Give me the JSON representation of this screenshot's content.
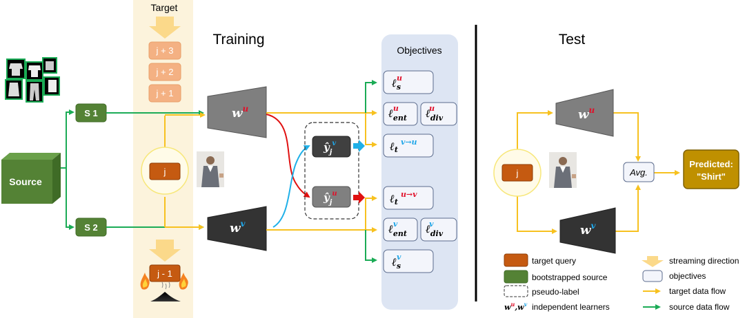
{
  "training": {
    "title": "Training",
    "target_label": "Target",
    "queue": [
      "j + 3",
      "j + 2",
      "j + 1"
    ],
    "current": "j",
    "past": "j - 1",
    "source": "Source",
    "s1": "S 1",
    "s2": "S 2",
    "learner_u": "w",
    "learner_u_sup": "u",
    "learner_v": "w",
    "learner_v_sup": "v",
    "pseudo_v": "ŷ",
    "pseudo_v_sub": "j",
    "pseudo_v_sup": "v",
    "pseudo_u": "ŷ",
    "pseudo_u_sub": "j",
    "pseudo_u_sup": "u"
  },
  "objectives": {
    "title": "Objectives",
    "l": "ℓ",
    "ls_u": {
      "sub": "s",
      "sup": "u"
    },
    "lent_u": {
      "sub": "ent",
      "sup": "u"
    },
    "ldiv_u": {
      "sub": "div",
      "sup": "u"
    },
    "lt_vu": {
      "sub": "t",
      "sup": "v→u"
    },
    "lt_uv": {
      "sub": "t",
      "sup": "u→v"
    },
    "lent_v": {
      "sub": "ent",
      "sup": "v"
    },
    "ldiv_v": {
      "sub": "div",
      "sup": "v"
    },
    "ls_v": {
      "sub": "s",
      "sup": "v"
    }
  },
  "test": {
    "title": "Test",
    "current": "j",
    "avg": "Avg.",
    "predicted_line1": "Predicted:",
    "predicted_line2": "\"Shirt\""
  },
  "legend": {
    "target_query": "target query",
    "bootstrapped_source": "bootstrapped source",
    "pseudo_label": "pseudo-label",
    "learners_prefix": "w",
    "learners_u": "u",
    "learners_sep": ",w",
    "learners_v": "v",
    "independent_learners": "independent learners",
    "streaming_direction": "streaming direction",
    "objectives": "objectives",
    "target_data_flow": "target data flow",
    "source_data_flow": "source data flow"
  },
  "colors": {
    "orange_box": "#c55a11",
    "queue_box": "#f4b183",
    "green_box": "#548235",
    "green_line": "#1aab55",
    "yellow_line": "#f7c11f",
    "red_line": "#e01010",
    "blue_line": "#1fb0e8",
    "stream_band": "#fcf3dc",
    "objectives_panel": "#dde5f3",
    "predicted_box": "#bf9000",
    "u_color": "#e0102a",
    "v_color": "#1fa6e8"
  },
  "icons": [
    "clothing-thumbnails-icon",
    "person-photo-icon",
    "fire-icon",
    "ash-pile-icon",
    "streaming-arrow-icon"
  ]
}
